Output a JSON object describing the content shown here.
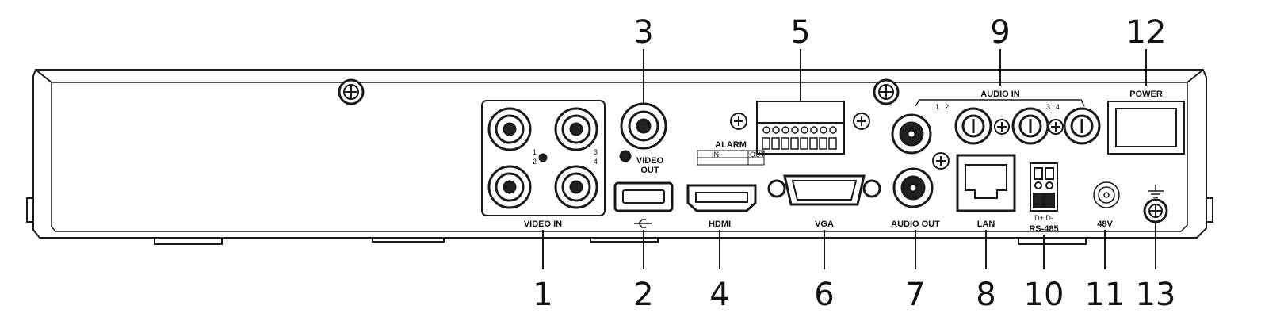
{
  "callouts": [
    "1",
    "2",
    "3",
    "4",
    "5",
    "6",
    "7",
    "8",
    "9",
    "10",
    "11",
    "12",
    "13"
  ],
  "labels": {
    "video_in": "VIDEO IN",
    "video_out_1": "VIDEO",
    "video_out_2": "OUT",
    "alarm": "ALARM",
    "alarm_in": "IN",
    "alarm_out": "OUT",
    "hdmi": "HDMI",
    "vga": "VGA",
    "audio_out": "AUDIO OUT",
    "audio_in": "AUDIO IN",
    "lan": "LAN",
    "rs485": "RS-485",
    "rs485_pins": "D+ D-",
    "power_dc": "48V",
    "power": "POWER",
    "ch_1": "1",
    "ch_2": "2",
    "ch_3": "3",
    "ch_4": "4"
  },
  "colors": {
    "stroke": "#1a1a1a",
    "fill": "#ffffff",
    "dark": "#222222"
  }
}
